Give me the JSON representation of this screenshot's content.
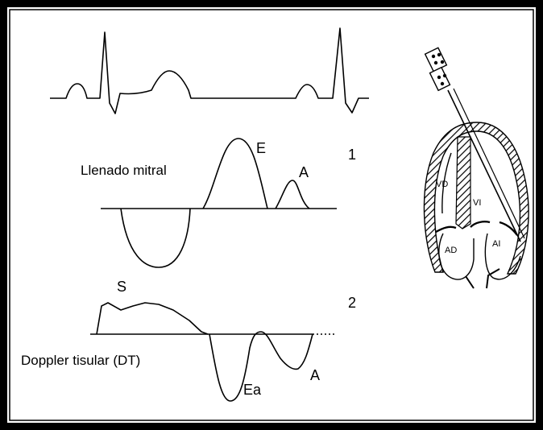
{
  "labels": {
    "mitral_filling": "Llenado mitral",
    "tissue_doppler": "Doppler tisular (DT)",
    "wave_e": "E",
    "wave_a_mitral": "A",
    "wave_s": "S",
    "wave_ea": "Ea",
    "wave_a_tissue": "A",
    "trace_1": "1",
    "trace_2": "2"
  },
  "heart_labels": {
    "right_ventricle": "VD",
    "left_ventricle": "VI",
    "right_atrium": "AD",
    "left_atrium": "AI"
  },
  "colors": {
    "frame": "#000000",
    "background": "#ffffff",
    "stroke": "#000000"
  }
}
